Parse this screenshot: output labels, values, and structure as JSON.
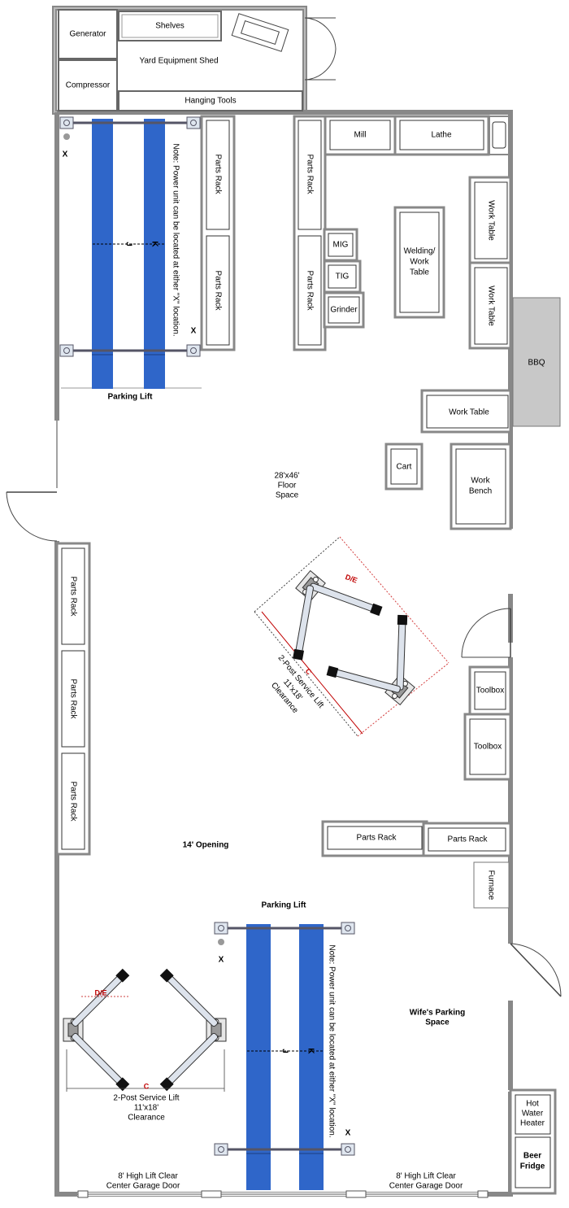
{
  "colors": {
    "wall_outer": "#888888",
    "wall_inner": "#bdbdbd",
    "lift_blue": "#2f66c9",
    "bbq_fill": "#c8c8c8",
    "clearance_red": "#d44040",
    "dim_red": "#c00000"
  },
  "shed": {
    "title": "Yard Equipment Shed",
    "generator": "Generator",
    "compressor": "Compressor",
    "shelves": "Shelves",
    "hanging_tools": "Hanging Tools"
  },
  "top_left": {
    "parts_rack_1": "Parts Rack",
    "parts_rack_2": "Parts Rack",
    "parking_lift": "Parking Lift",
    "lift_note": "Note: Power unit can be located at either \"X\" location.",
    "dim_j": "J",
    "dim_k": "K",
    "x_mark": "X"
  },
  "center": {
    "parts_rack_1": "Parts Rack",
    "parts_rack_2": "Parts Rack",
    "mig": "MIG",
    "tig": "TIG",
    "grinder": "Grinder",
    "mill": "Mill",
    "lathe": "Lathe",
    "welding_table": [
      "Welding/",
      "Work",
      "Table"
    ]
  },
  "right": {
    "work_table_1": "Work Table",
    "work_table_2": "Work Table",
    "work_table_3": "Work Table",
    "bbq": "BBQ",
    "cart": "Cart",
    "work_bench": [
      "Work",
      "Bench"
    ],
    "toolbox_1": "Toolbox",
    "toolbox_2": "Toolbox",
    "parts_rack_low_1": "Parts Rack",
    "parts_rack_low_2": "Parts Rack",
    "furnace": "Furnace",
    "hot_water": [
      "Hot",
      "Water",
      "Heater"
    ],
    "beer_fridge": [
      "Beer",
      "Fridge"
    ]
  },
  "floor": {
    "space": [
      "28'x46'",
      "Floor",
      "Space"
    ],
    "opening": "14' Opening",
    "wifes_parking": [
      "Wife's Parking",
      "Space"
    ]
  },
  "left_mid": {
    "parts_rack_1": "Parts Rack",
    "parts_rack_2": "Parts Rack",
    "parts_rack_3": "Parts Rack"
  },
  "service_lift_rotated": {
    "label": [
      "2-Post Service Lift",
      "11'x18'",
      "Clearance"
    ],
    "dim_c": "C",
    "dim_de": "D/E"
  },
  "bottom": {
    "parking_lift": "Parking Lift",
    "lift_note": "Note: Power unit can be located at either \"X\" location.",
    "dim_j": "J",
    "dim_k": "K",
    "x_mark": "X",
    "service_lift": [
      "2-Post Service Lift",
      "11'x18'",
      "Clearance"
    ],
    "dim_c": "C",
    "dim_de": "D/E",
    "garage_door_left": [
      "8' High Lift Clear",
      "Center  Garage Door"
    ],
    "garage_door_right": [
      "8' High Lift Clear",
      "Center  Garage Door"
    ]
  }
}
